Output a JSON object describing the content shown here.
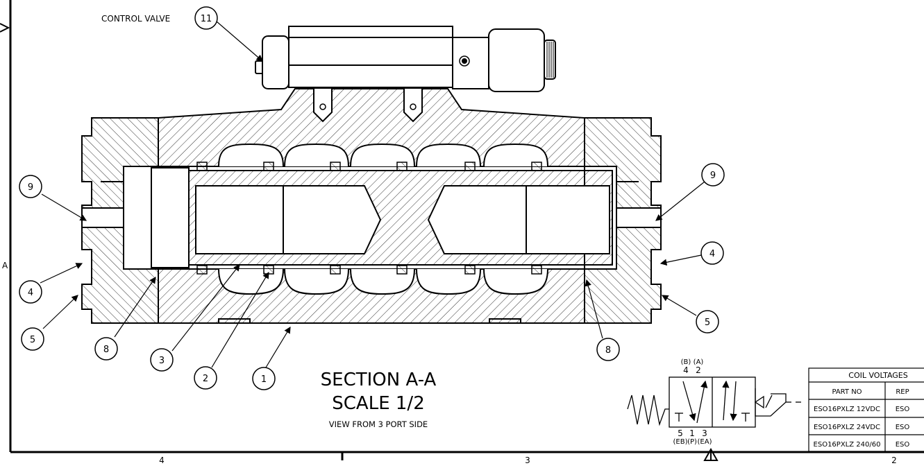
{
  "labels": {
    "control_valve": "CONTROL VALVE",
    "section_marker": "A"
  },
  "balloons": [
    "11",
    "9",
    "9",
    "4",
    "4",
    "5",
    "5",
    "8",
    "8",
    "3",
    "2",
    "1"
  ],
  "section_title": {
    "line1": "SECTION A-A",
    "line2": "SCALE 1/2",
    "line3": "VIEW FROM 3 PORT SIDE"
  },
  "symbol": {
    "top": [
      "(B)",
      "(A)",
      "4",
      "2"
    ],
    "bottom": [
      "5",
      "1",
      "3",
      "(EB)",
      "(P)",
      "(EA)"
    ]
  },
  "coil_table": {
    "title": "COIL VOLTAGES",
    "headers": [
      "PART NO",
      "REP"
    ],
    "rows": [
      [
        "ESO16PXLZ 12VDC",
        "ESO"
      ],
      [
        "ESO16PXLZ 24VDC",
        "ESO"
      ],
      [
        "ESO16PXLZ 240/60",
        "ESO"
      ]
    ]
  },
  "zones": [
    "4",
    "3",
    "2"
  ],
  "colors": {
    "line": "#000000",
    "background": "#ffffff"
  }
}
